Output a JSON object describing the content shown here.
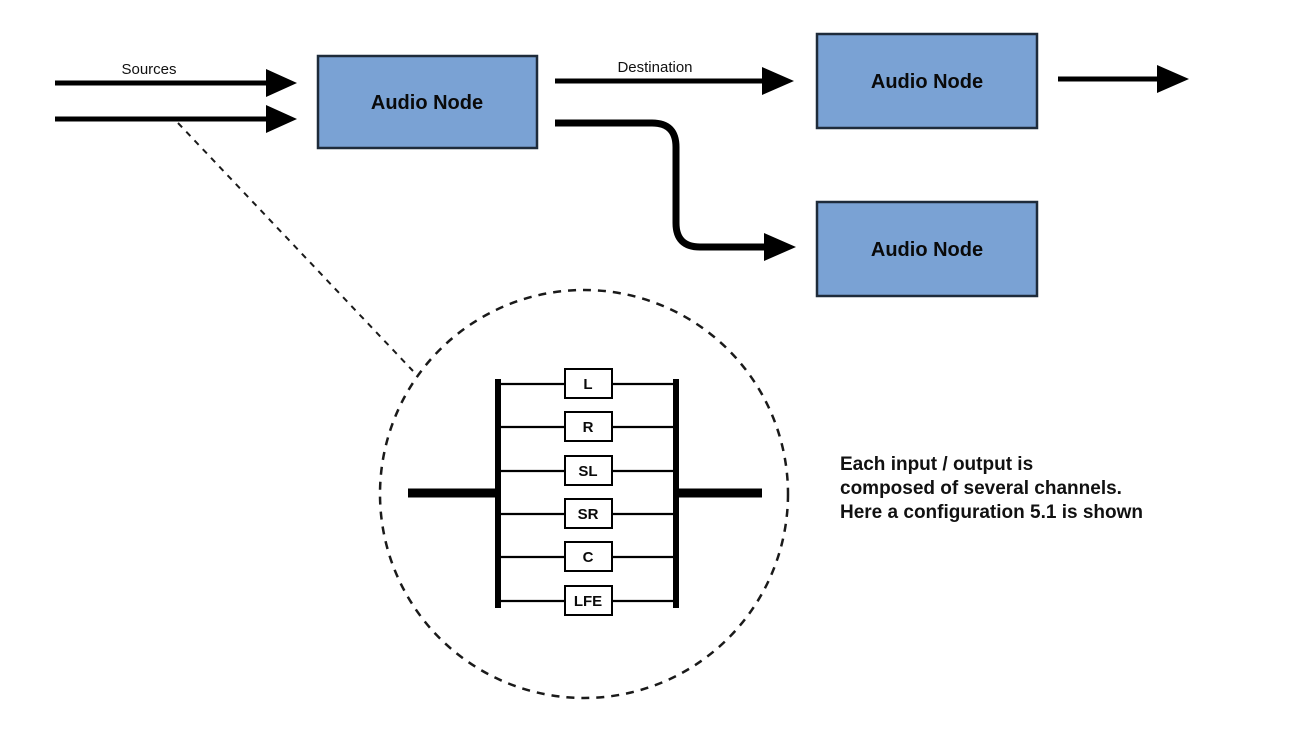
{
  "diagram": {
    "labels": {
      "sources": "Sources",
      "destination": "Destination"
    },
    "nodes": [
      "Audio Node",
      "Audio Node",
      "Audio Node"
    ],
    "channels": [
      "L",
      "R",
      "SL",
      "SR",
      "C",
      "LFE"
    ],
    "caption": {
      "line1": "Each input / output is",
      "line2": "composed of several channels.",
      "line3": "Here a configuration 5.1 is shown"
    },
    "colors": {
      "node_fill": "#7aa2d4",
      "node_border": "#1e2b3a",
      "line": "#000000"
    }
  }
}
